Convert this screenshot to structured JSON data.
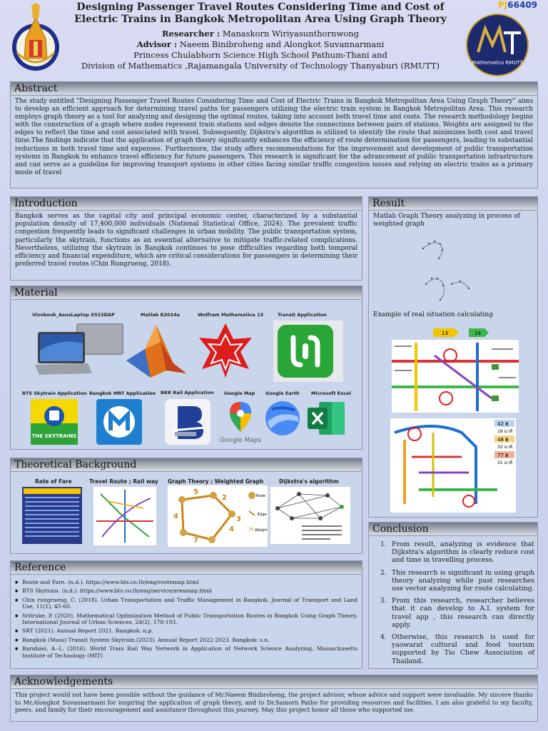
{
  "header": {
    "title_line1": "Designing Passenger Travel Routes Considering Time and Cost of",
    "title_line2": "Electric Trains in Bangkok Metropolitan Area Using Graph Theory",
    "researcher_label": "Researcher :",
    "researcher": "Manaskorn Wiriyasunthornwong",
    "advisor_label": "Advisor :",
    "advisor": "Naeem Binibroheng and Alongkot Suvannarmani",
    "school": "Princess Chulabhorn Science High School Pathum-Thani and",
    "division": "Division of Mathematics ,Rajamangala University of Technology Thanyaburi (RMUTT)",
    "pj_prefix": "PJ",
    "pj_number": "66409",
    "right_logo_text": "Mathematics RMUTT"
  },
  "abstract": {
    "heading": "Abstract",
    "text": "The study entitled \"Designing Passenger Travel Routes Considering Time and Cost of Electric Trains in Bangkok Metropolitan Area Using Graph Theory\" aims to develop an efficient approach for determining travel paths for passengers utilizing the electric train system in Bangkok Metropolitan Area. This research employs graph theory as a tool for analyzing and designing the optimal routes, taking into account both travel time and costs. The research methodology begins with the construction of a graph where nodes represent train stations and edges denote the connections between pairs of stations. Weights are assigned to the edges to reflect the time and cost associated with travel. Subsequently, Dijkstra's algorithm is utilized to identify the route that minimizes both cost and travel time.The findings indicate that the application of graph theory significantly enhances the efficiency of route determination for passengers, leading to substantial reductions in both travel time and expenses. Furthermore, the study offers recommendations for the improvement and development of public transportation systems in Bangkok to enhance travel efficiency for future passengers. This research is significant for the advancement of public transportation infrastructure and can serve as a guideline for improving transport systems in other cities facing similar traffic congestion issues and relying on electric trains as a primary mode of travel"
  },
  "introduction": {
    "heading": "Introduction",
    "text": "Bangkok serves as the capital city and principal economic center, characterized by a substantial population density of 17,400,000 individuals (National Statistical Office, 2024). The prevalent traffic congestion frequently leads to significant challenges in urban mobility. The public transportation system, particularly the skytrain, functions as an essential alternative to mitigate traffic-related complications. Nevertheless, utilizing the skytrain in Bangkok continues to pose difficulties regarding both temporal efficiency and financial expenditure, which are critical considerations for passengers in determining their preferred travel routes (Chin Rungrueng, 2018)."
  },
  "material": {
    "heading": "Material",
    "items": [
      {
        "label": "Vivobook_AsusLaptop X515DAP",
        "icon": "laptop-icon"
      },
      {
        "label": "Matlab R2024a",
        "icon": "matlab-icon"
      },
      {
        "label": "Wolfram Mathematica 13",
        "icon": "mathematica-icon"
      },
      {
        "label": "Transit Application",
        "icon": "transit-icon"
      },
      {
        "label": "BTS Skytrain Application",
        "icon": "bts-icon"
      },
      {
        "label": "Bangkok MRT Application",
        "icon": "mrt-icon"
      },
      {
        "label": "BKK Rail Application",
        "icon": "bkk-rail-icon"
      },
      {
        "label": "Google Map",
        "icon": "google-map-icon"
      },
      {
        "label": "Google Earth",
        "icon": "google-earth-icon"
      },
      {
        "label": "Microsoft Excel",
        "icon": "excel-icon"
      }
    ],
    "bts_logo_text": "THE SKYTRAINS",
    "google_maps_text": "Google Maps"
  },
  "theory": {
    "heading": "Theoretical Background",
    "items": [
      {
        "label": "Rate of Fare"
      },
      {
        "label": "Travel Route ; Rail way"
      },
      {
        "label": "Graph Theory ; Weighted Graph"
      },
      {
        "label": "Dijkstra's algorithm"
      }
    ],
    "graph_legend": {
      "node": "Node",
      "edge": "Edge",
      "weight": "Weight"
    }
  },
  "reference": {
    "heading": "Reference",
    "items": [
      "Route and Fare. (n.d.). https://www.bts.co.th/eng/routemap.html",
      "BTS Skytrain. (n.d.). https://www.bts.co.th/eng/service/areamap.html",
      "Chin rungrueng, C. (2018). Urban Transportation and Traffic Management in Bangkok. Journal of Transport and Land Use, 11(1), 45-60.",
      "Sritruke, P. (2020). Mathematical Optimization Method of Public Transportation Routes in Bangkok Using Graph Theory. International Journal of Urban Sciences, 24(2), 178-193.",
      "SRT (2021). Annual Report 2021. Bangkok: n.p.",
      "Bangkok (Mass) Transit System Skytrain.(2023). Annual Report 2022-2023. Bangkok: s.n.",
      "Barabási, A.-L. (2016). World Train Rail Way Network in Application of Network Science Analyzing. Massachusetts Institute of Technology (MIT)"
    ]
  },
  "result": {
    "heading": "Result",
    "text1": "Matlab Graph Theory analyzing in process of weighted graph",
    "text2": "Example of real situation calculating",
    "map1_badges": [
      "13",
      "24"
    ],
    "map2_badges": [
      "42 ฿",
      "18 นาที",
      "48 ฿",
      "32 นาที",
      "77 ฿",
      "31 นาที"
    ]
  },
  "conclusion": {
    "heading": "Conclusion",
    "items": [
      "From result, analyzing is evidence that Dijkstra's algorithm is clearly reduce cost and time in travelling process.",
      "This research is significant in using graph theory analyzing while past researches use vector analyzing for route calculating.",
      "From this research, researcher believes that it can develop to A.I. system for travel app , this research can directly apply.",
      "Otherwise, this research is used for yaowarat cultural and food tourism supported by Tio Chew Association of Thailand."
    ]
  },
  "acknowledgements": {
    "heading": "Acknowledgements",
    "text": "This project would not have been possible without the guidance of Mr.Naeem Binibroheng, the project advisor, whose advice and support were invaluable. My sincere thanks to Mr.Alongkot Suvannarmani for inspiring the application of graph theory, and to Dr.Samorn Patho for providing resources and facilities. I am also grateful to my faculty, peers, and family for their encouragement and assistance throughout this journey. May this project honor all those who supported me."
  },
  "colors": {
    "background": "#cfd4ee",
    "panel": "#c9d5ea",
    "header_gradient_dark": "#737b8a",
    "pj_blue": "#1f3fa6",
    "pj_gold": "#f2b400",
    "rmutt_navy": "#1e2a6e"
  }
}
